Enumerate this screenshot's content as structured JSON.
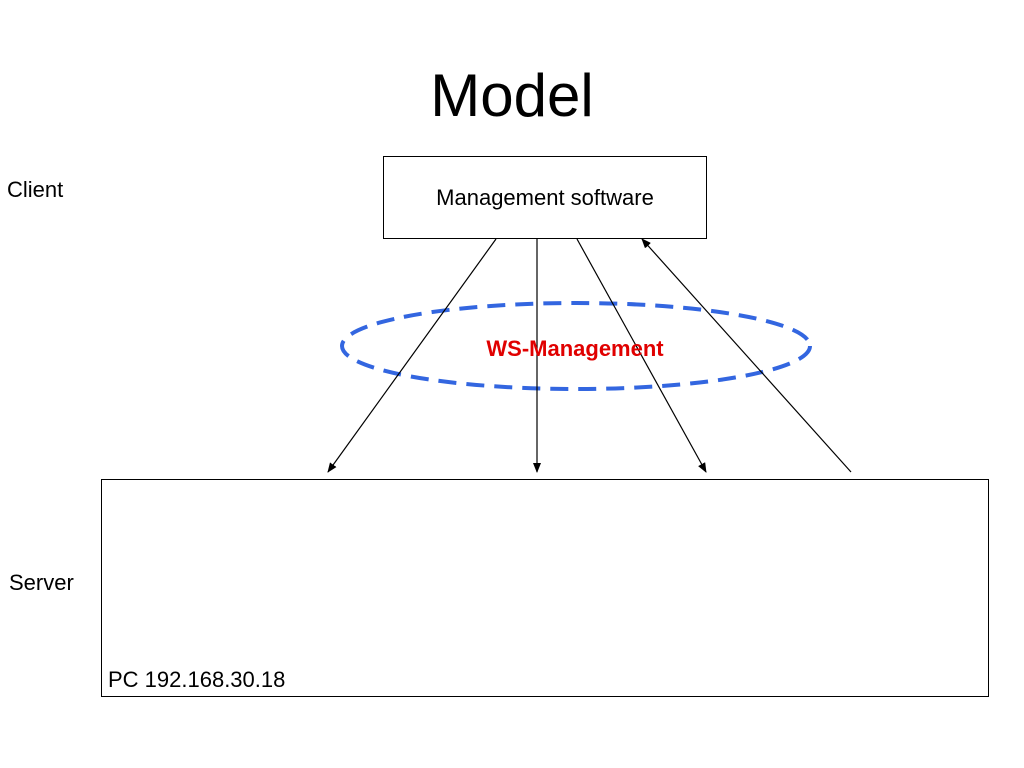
{
  "slide": {
    "title": "Model"
  },
  "labels": {
    "client": "Client",
    "server": "Server"
  },
  "client_box": {
    "label": "Management software"
  },
  "server_box": {
    "label": "PC 192.168.30.18"
  },
  "protocol": {
    "label": "WS-Management",
    "label_color": "#e00000",
    "ellipse_color": "#3366e0"
  },
  "connections": [
    {
      "direction": "to-server"
    },
    {
      "direction": "to-server"
    },
    {
      "direction": "to-server"
    },
    {
      "direction": "to-client"
    }
  ]
}
